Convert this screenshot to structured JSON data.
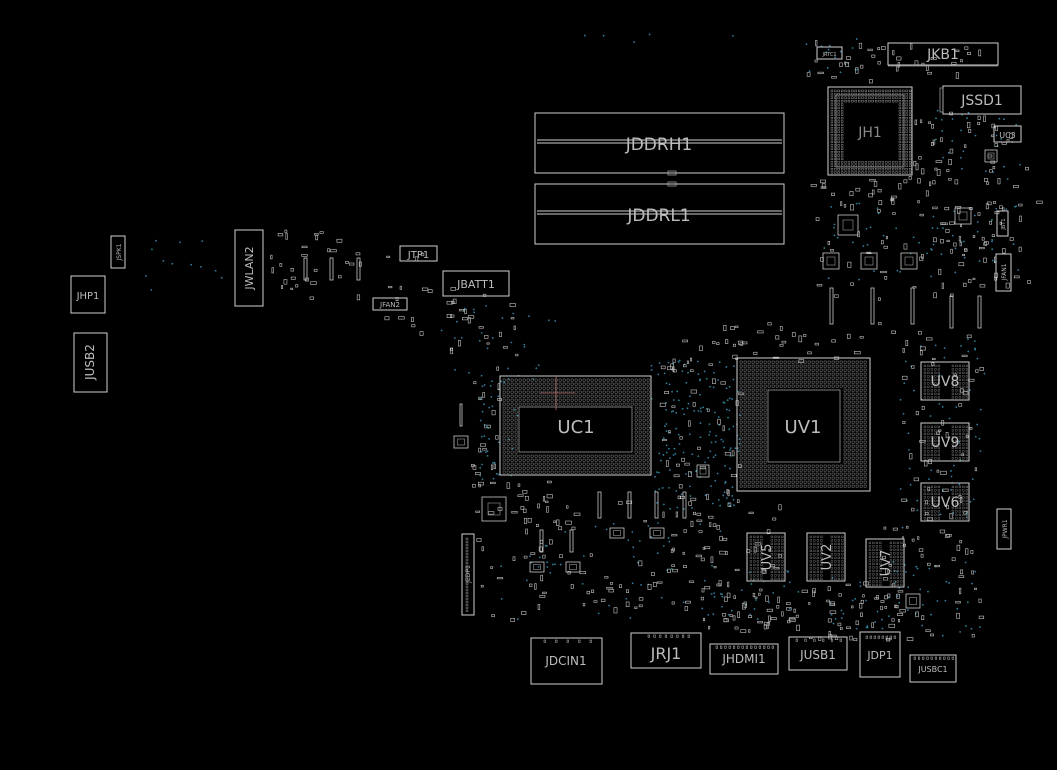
{
  "labels": {
    "jkb1": "JKB1",
    "jrtc1": "JRTC1",
    "jssd1": "JSSD1",
    "jh1": "JH1",
    "uc3": "UC3",
    "jddrh1": "JDDRH1",
    "jddrl1": "JDDRL1",
    "jspk1": "JSPK1",
    "jhp1": "JHP1",
    "jwlan2": "JWLAN2",
    "jtp1": "JTP1",
    "jbatt1": "JBATT1",
    "jfan2": "JFAN2",
    "jusb2": "JUSB2",
    "uc1": "UC1",
    "uv1": "UV1",
    "uv8": "UV8",
    "uv9": "UV9",
    "uv6": "UV6",
    "uv5": "UV5",
    "uv2": "UV2",
    "uv7": "UV7",
    "jedp1": "JEDP1",
    "jpwr1": "JPWR1",
    "jfan1": "JFAN1",
    "jbt1": "JBT1",
    "jdcin1": "JDCIN1",
    "jrj1": "JRJ1",
    "jhdmi1": "JHDMI1",
    "jusb1": "JUSB1",
    "jdp1": "JDP1",
    "jusbc1": "JUSBC1"
  },
  "colors": {
    "background": "#000000",
    "outline": "#cfcfcf",
    "via": "#2f7f9a"
  }
}
